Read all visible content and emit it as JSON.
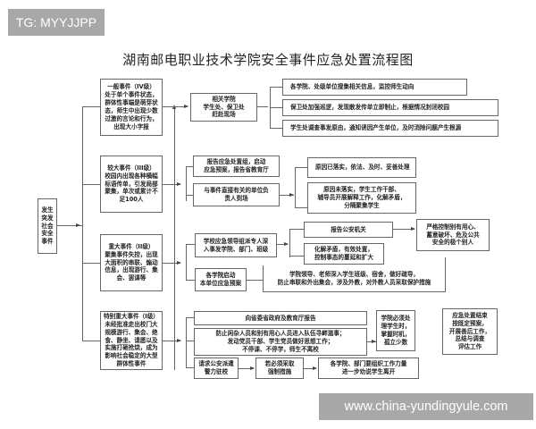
{
  "watermark_top": "TG: MYYJJPP",
  "watermark_bottom": "www.china-yundingyule.com",
  "title": "湖南邮电职业技术学院安全事件应急处置流程图",
  "start": {
    "label": "发生\n突发\n社会\n安全\n事件"
  },
  "levels": [
    {
      "label": "一般事件（IV级）\n处于单个事件状态，\n群体性事端是萌芽状\n态，师生中出现少数\n过激的言论和行为，\n出现大小字报"
    },
    {
      "label": "较大事件（III级）\n校园内出现各种横幅\n标语传单，引发局部\n聚集，单次或累计不\n足100人"
    },
    {
      "label": "重大事件（II级）\n聚集事件失控，出现\n大面积的串联、煽动\n信息，出现游行、集\n会、罢课等"
    },
    {
      "label": "特别重大事件（I级）\n未经批准走出校门大\n规模游行、集会、绝\n食、静坐、请愿以及\n实施打砸抢烧，成为\n影响社会稳定的大型\n群体性事件"
    }
  ],
  "level4_actions": {
    "respond": "相关学院\n学生处、保卫处\n赶赴现场",
    "steps": [
      "各学院、处级单位搜集相关信息，监控师生动向",
      "保卫处加强巡逻，发现散发传单立即制止，根据情况封闭校园",
      "学生处调查事发原由，通知诱因产生单位，及时消除问题产生根源"
    ]
  },
  "level3_actions": {
    "report": "报告应急处置组，启动\n应急预案，报告省教育厅",
    "arrive": "与事件直接有关的单位负\n责人到场",
    "outcomes": [
      "原因已落实，依法、及时、妥善处理",
      "原因未落实，学生工作干部、\n辅导员开展解释工作，化解矛盾，\n分隔聚集学生"
    ]
  },
  "level2_actions": {
    "lead": "学校应急领导组派专人深\n入事发学院、部门、班级",
    "police": "报告公安机关",
    "control": "严格控制别有用心、\n蓄意破坏、危及公共\n安全的极个别人",
    "resolve": "化解矛盾，有效处置，\n控制事态的蔓延和扩大",
    "college_start": "各学院启动\n本单位应急预案",
    "guidance": "学院领导、老师深入学生班级、宿舍，做好疏导，\n防止串联和外出集会，涉及外教，对外教人员采取保护措施"
  },
  "level1_actions": {
    "report_gov": "向省委省政府及教育厅报告",
    "prevent": "防止闲杂人员和别有用心人员进入队伍寻衅滋事；\n发动党员干部、学生党员做好思想工作；\n不停课、不停学，师生不离校",
    "must": "学院必须处\n理学生时，\n掌握时机，\n孤立少数",
    "police_request": "请求公安派遣\n警力驻校",
    "force": "若必须采取\n强制措施",
    "persuade": "各学院、部门要组织工作力量\n进一步劝说学生离开"
  },
  "end": {
    "label": "应急处置结束\n按既定预案，\n开展善后工作，\n总结与调查\n评估工作"
  }
}
